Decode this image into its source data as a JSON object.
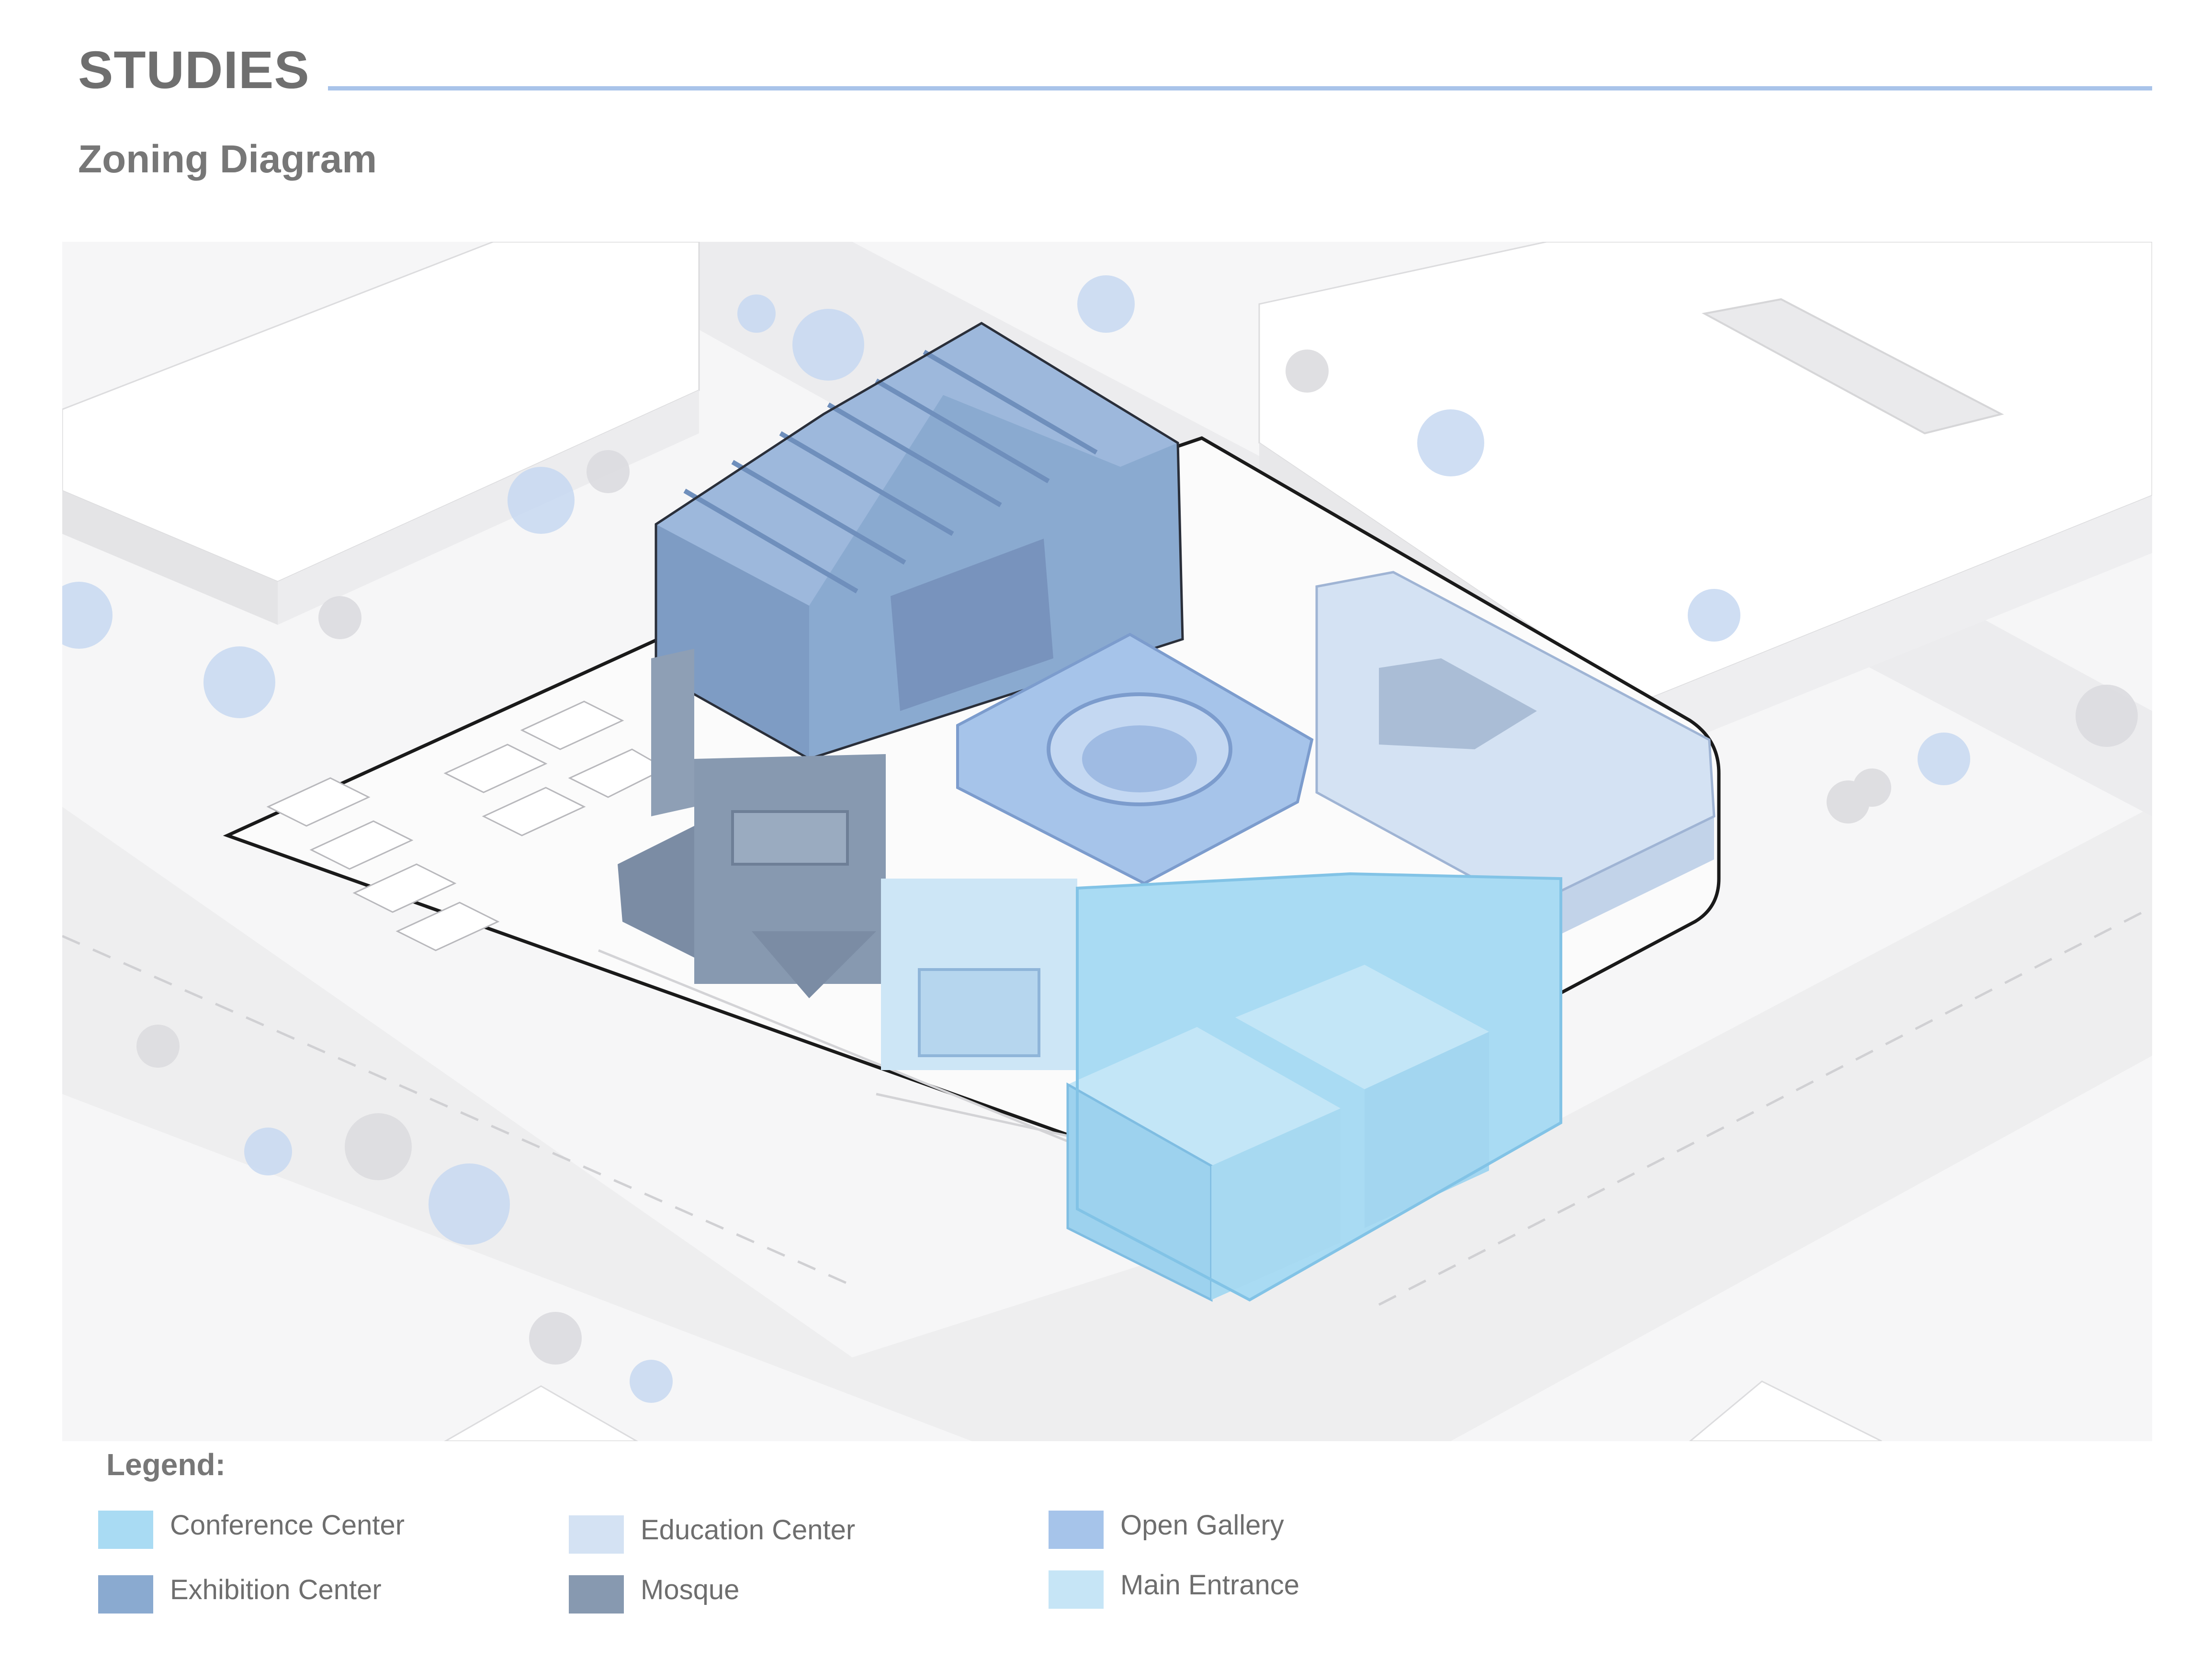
{
  "header": {
    "title": "STUDIES",
    "subtitle": "Zoning Diagram",
    "rule_color": "#a9c4ea"
  },
  "diagram": {
    "type": "axonometric zoning diagram",
    "zones": [
      {
        "key": "exhibition",
        "color": "#8aaad0"
      },
      {
        "key": "open_gallery",
        "color": "#a6c4ea"
      },
      {
        "key": "education",
        "color": "#d4e2f3"
      },
      {
        "key": "mosque",
        "color": "#8799b0"
      },
      {
        "key": "main_entrance",
        "color": "#cde6f6"
      },
      {
        "key": "conference",
        "color": "#a9dbf3"
      }
    ]
  },
  "legend": {
    "title": "Legend:",
    "items": [
      {
        "label": "Conference Center",
        "color": "#a9dbf3"
      },
      {
        "label": "Education Center",
        "color": "#d4e2f3"
      },
      {
        "label": "Open Gallery",
        "color": "#a6c4ea"
      },
      {
        "label": "Exhibition Center",
        "color": "#8aaad0"
      },
      {
        "label": "Mosque",
        "color": "#8799b0"
      },
      {
        "label": "Main Entrance",
        "color": "#c6e5f6"
      }
    ]
  }
}
